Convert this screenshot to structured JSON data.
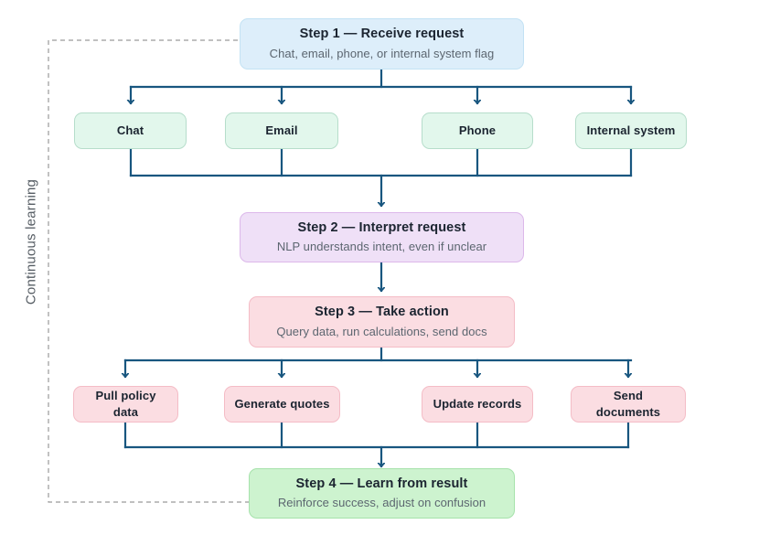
{
  "diagram": {
    "loop_label": "Continuous learning",
    "accent_line_color": "#18567f",
    "loop_line_color": "#9a9a9a",
    "steps": [
      {
        "id": "step1",
        "title": "Step 1 — Receive request",
        "subtitle": "Chat, email, phone, or internal system flag",
        "color": "#ddeefa"
      },
      {
        "id": "step2",
        "title": "Step 2 — Interpret request",
        "subtitle": "NLP understands intent, even if unclear",
        "color": "#efe0f7"
      },
      {
        "id": "step3",
        "title": "Step 3 — Take action",
        "subtitle": "Query data, run calculations, send docs",
        "color": "#fbdde2"
      },
      {
        "id": "step4",
        "title": "Step 4 — Learn from result",
        "subtitle": "Reinforce success, adjust on confusion",
        "color": "#cdf3cf"
      }
    ],
    "channels": [
      {
        "label": "Chat",
        "color": "#e2f7ec"
      },
      {
        "label": "Email",
        "color": "#e2f7ec"
      },
      {
        "label": "Phone",
        "color": "#e2f7ec"
      },
      {
        "label": "Internal system",
        "color": "#e2f7ec"
      }
    ],
    "actions": [
      {
        "label": "Pull policy data",
        "color": "#fbdde2"
      },
      {
        "label": "Generate quotes",
        "color": "#fbdde2"
      },
      {
        "label": "Update records",
        "color": "#fbdde2"
      },
      {
        "label": "Send documents",
        "color": "#fbdde2"
      }
    ]
  }
}
